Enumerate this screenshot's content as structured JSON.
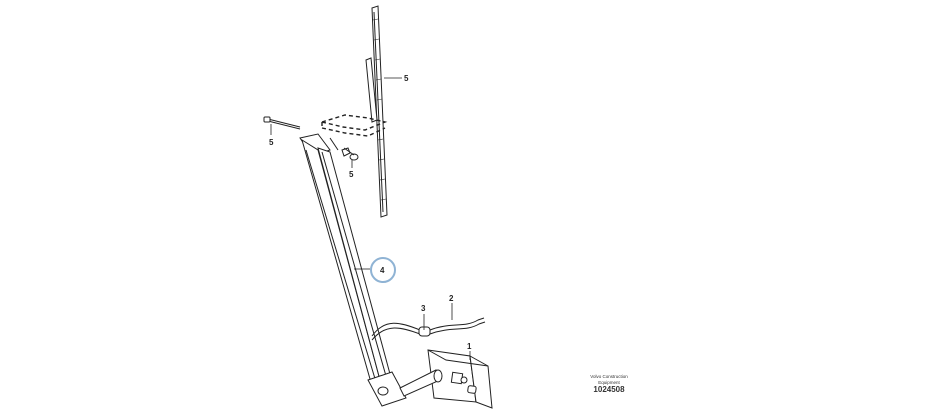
{
  "diagram": {
    "callouts": [
      {
        "id": "c1",
        "label": "1"
      },
      {
        "id": "c2",
        "label": "2"
      },
      {
        "id": "c3",
        "label": "3"
      },
      {
        "id": "c4",
        "label": "4",
        "highlighted": true
      },
      {
        "id": "c5a",
        "label": "5"
      },
      {
        "id": "c5b",
        "label": "5"
      },
      {
        "id": "c5c",
        "label": "5"
      }
    ],
    "highlight_color": "#8fb3d4",
    "line_color": "#222222"
  },
  "reference": {
    "line1": "Volvo Construction",
    "line2": "Equipment",
    "number": "1024508"
  }
}
